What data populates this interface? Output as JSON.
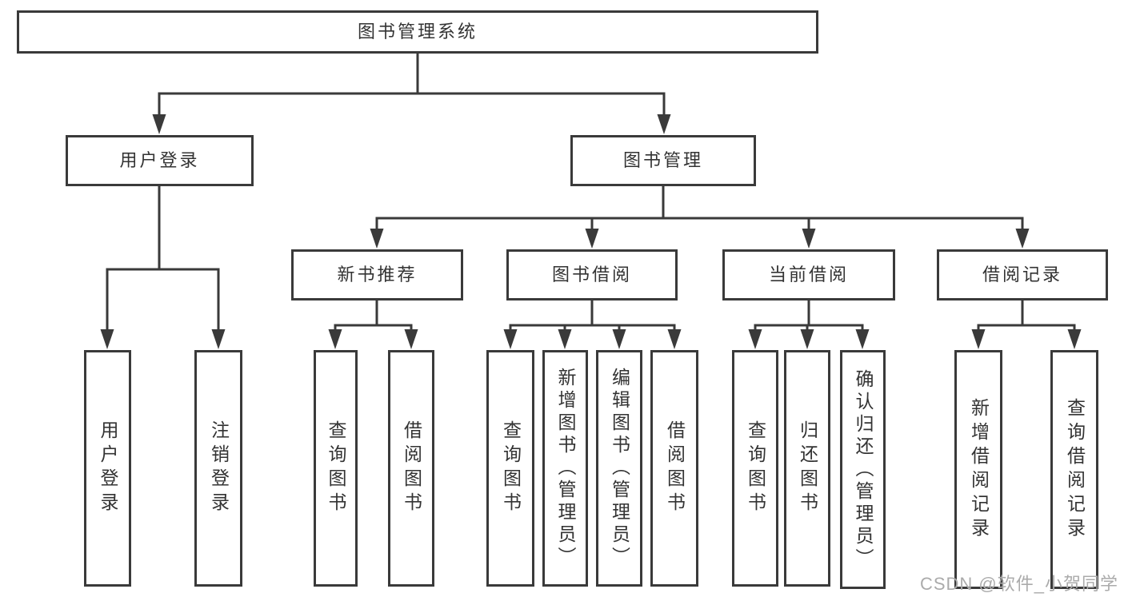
{
  "diagram_title": "图书管理系统",
  "colors": {
    "line": "#3a3a3a",
    "border": "#3a3a3a",
    "text": "#333333",
    "box_background": "#ffffff",
    "watermark": "#ababab"
  },
  "nodes": {
    "root": {
      "label": "图书管理系统"
    },
    "user_login": {
      "label": "用户登录"
    },
    "book_mgmt": {
      "label": "图书管理"
    },
    "new_book_recommend": {
      "label": "新书推荐"
    },
    "book_borrow": {
      "label": "图书借阅"
    },
    "current_borrow": {
      "label": "当前借阅"
    },
    "borrow_records": {
      "label": "借阅记录"
    },
    "leaves": [
      {
        "label": "用户登录",
        "parent": "用户登录"
      },
      {
        "label": "注销登录",
        "parent": "用户登录"
      },
      {
        "label": "查询图书",
        "parent": "新书推荐"
      },
      {
        "label": "借阅图书",
        "parent": "新书推荐"
      },
      {
        "label": "查询图书",
        "parent": "图书借阅"
      },
      {
        "label": "新增图书（管理员）",
        "parent": "图书借阅"
      },
      {
        "label": "编辑图书（管理员）",
        "parent": "图书借阅"
      },
      {
        "label": "借阅图书",
        "parent": "图书借阅"
      },
      {
        "label": "查询图书",
        "parent": "当前借阅"
      },
      {
        "label": "归还图书",
        "parent": "当前借阅"
      },
      {
        "label": "确认归还（管理员）",
        "parent": "当前借阅"
      },
      {
        "label": "新增借阅记录",
        "parent": "借阅记录"
      },
      {
        "label": "查询借阅记录",
        "parent": "借阅记录"
      }
    ]
  },
  "watermark": {
    "text": "CSDN @软件_小贺同学"
  }
}
